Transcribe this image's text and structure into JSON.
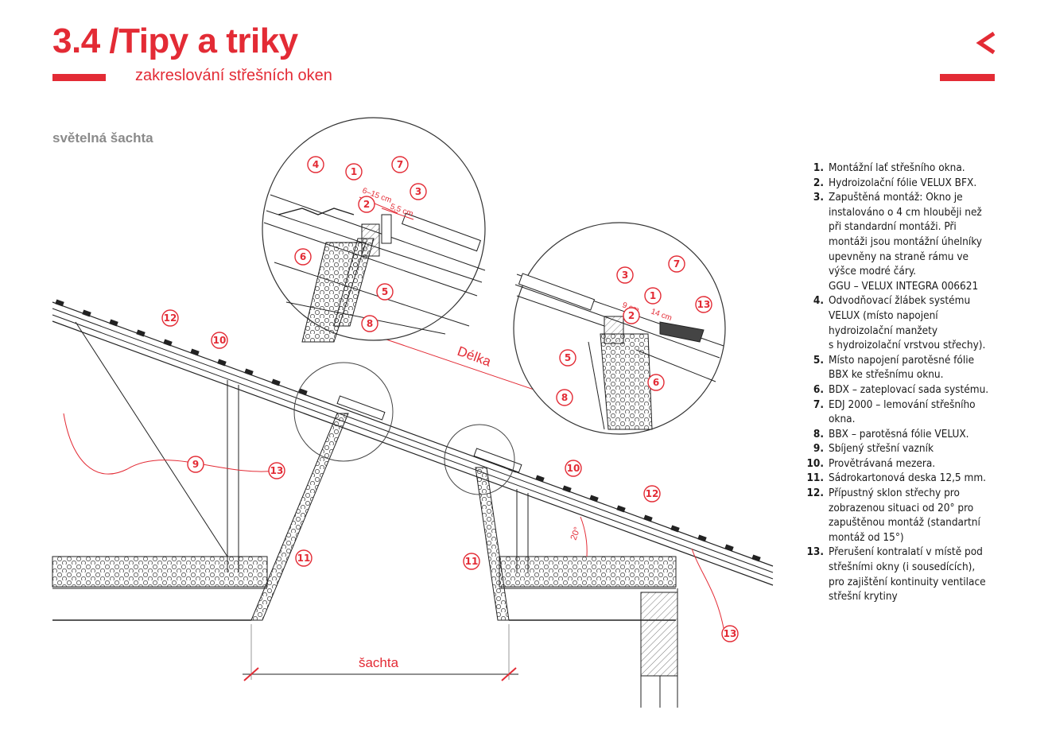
{
  "header": {
    "title": "3.4 /Tipy a triky",
    "subtitle": "zakreslování střešních oken"
  },
  "section_label": "světelná šachta",
  "drawing": {
    "dimension_shaft": "šachta",
    "dimension_length": "Délka",
    "angle": "20°",
    "detail_dims_left": [
      "6–15 cm",
      "5,5 cm"
    ],
    "detail_dims_right": [
      "9 cm",
      "14 cm"
    ],
    "callouts_main": [
      "12",
      "10",
      "9",
      "13",
      "11",
      "10",
      "12",
      "11",
      "13"
    ],
    "callouts_detail_left": [
      "4",
      "1",
      "7",
      "3",
      "2",
      "6",
      "5",
      "8"
    ],
    "callouts_detail_right": [
      "3",
      "7",
      "1",
      "13",
      "2",
      "5",
      "6",
      "8"
    ]
  },
  "legend": [
    {
      "num": "1.",
      "text": "Montážní lať střešního okna."
    },
    {
      "num": "2.",
      "text": "Hydroizolační fólie VELUX BFX."
    },
    {
      "num": "3.",
      "text": "Zapuštěná montáž: Okno je\ninstalováno o 4 cm hlouběji než\npři standardní montáži. Při\nmontáži jsou montážní úhelníky\nupevněny na straně rámu ve\nvýšce modré čáry.\nGGU – VELUX INTEGRA 006621"
    },
    {
      "num": "4.",
      "text": "Odvodňovací žlábek systému\nVELUX (místo napojení\nhydroizolační manžety\ns hydroizolační vrstvou střechy)."
    },
    {
      "num": "5.",
      "text": "Místo napojení parotěsné fólie\nBBX ke střešnímu oknu."
    },
    {
      "num": "6.",
      "text": "BDX – zateplovací sada systému."
    },
    {
      "num": "7.",
      "text": "EDJ 2000 – lemování střešního\nokna."
    },
    {
      "num": "8.",
      "text": "BBX – parotěsná fólie VELUX."
    },
    {
      "num": "9.",
      "text": "Sbíjený střešní vazník"
    },
    {
      "num": "10.",
      "text": "Provětrávaná mezera."
    },
    {
      "num": "11.",
      "text": "Sádrokartonová deska 12,5 mm."
    },
    {
      "num": "12.",
      "text": "Přípustný sklon střechy pro\nzobrazenou situaci od 20° pro\nzapuštěnou montáž (standartní\nmontáž od 15°)"
    },
    {
      "num": "13.",
      "text": "Přerušení kontralatí v místě pod\nstřešními okny (i sousedících),\npro zajištění kontinuity ventilace\nstřešní krytiny"
    }
  ],
  "colors": {
    "accent": "#e32b35",
    "line": "#222222",
    "muted": "#8a8a8a"
  }
}
